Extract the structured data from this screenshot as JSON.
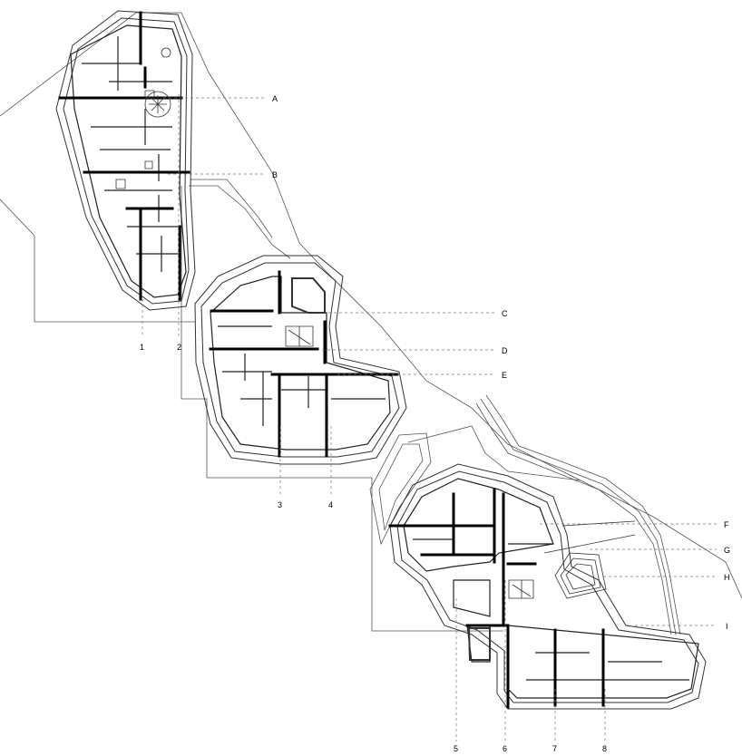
{
  "row_labels": [
    "A",
    "B",
    "C",
    "D",
    "E",
    "F",
    "G",
    "H",
    "I"
  ],
  "column_labels": [
    "1",
    "2",
    "3",
    "4",
    "5",
    "6",
    "7",
    "8"
  ]
}
